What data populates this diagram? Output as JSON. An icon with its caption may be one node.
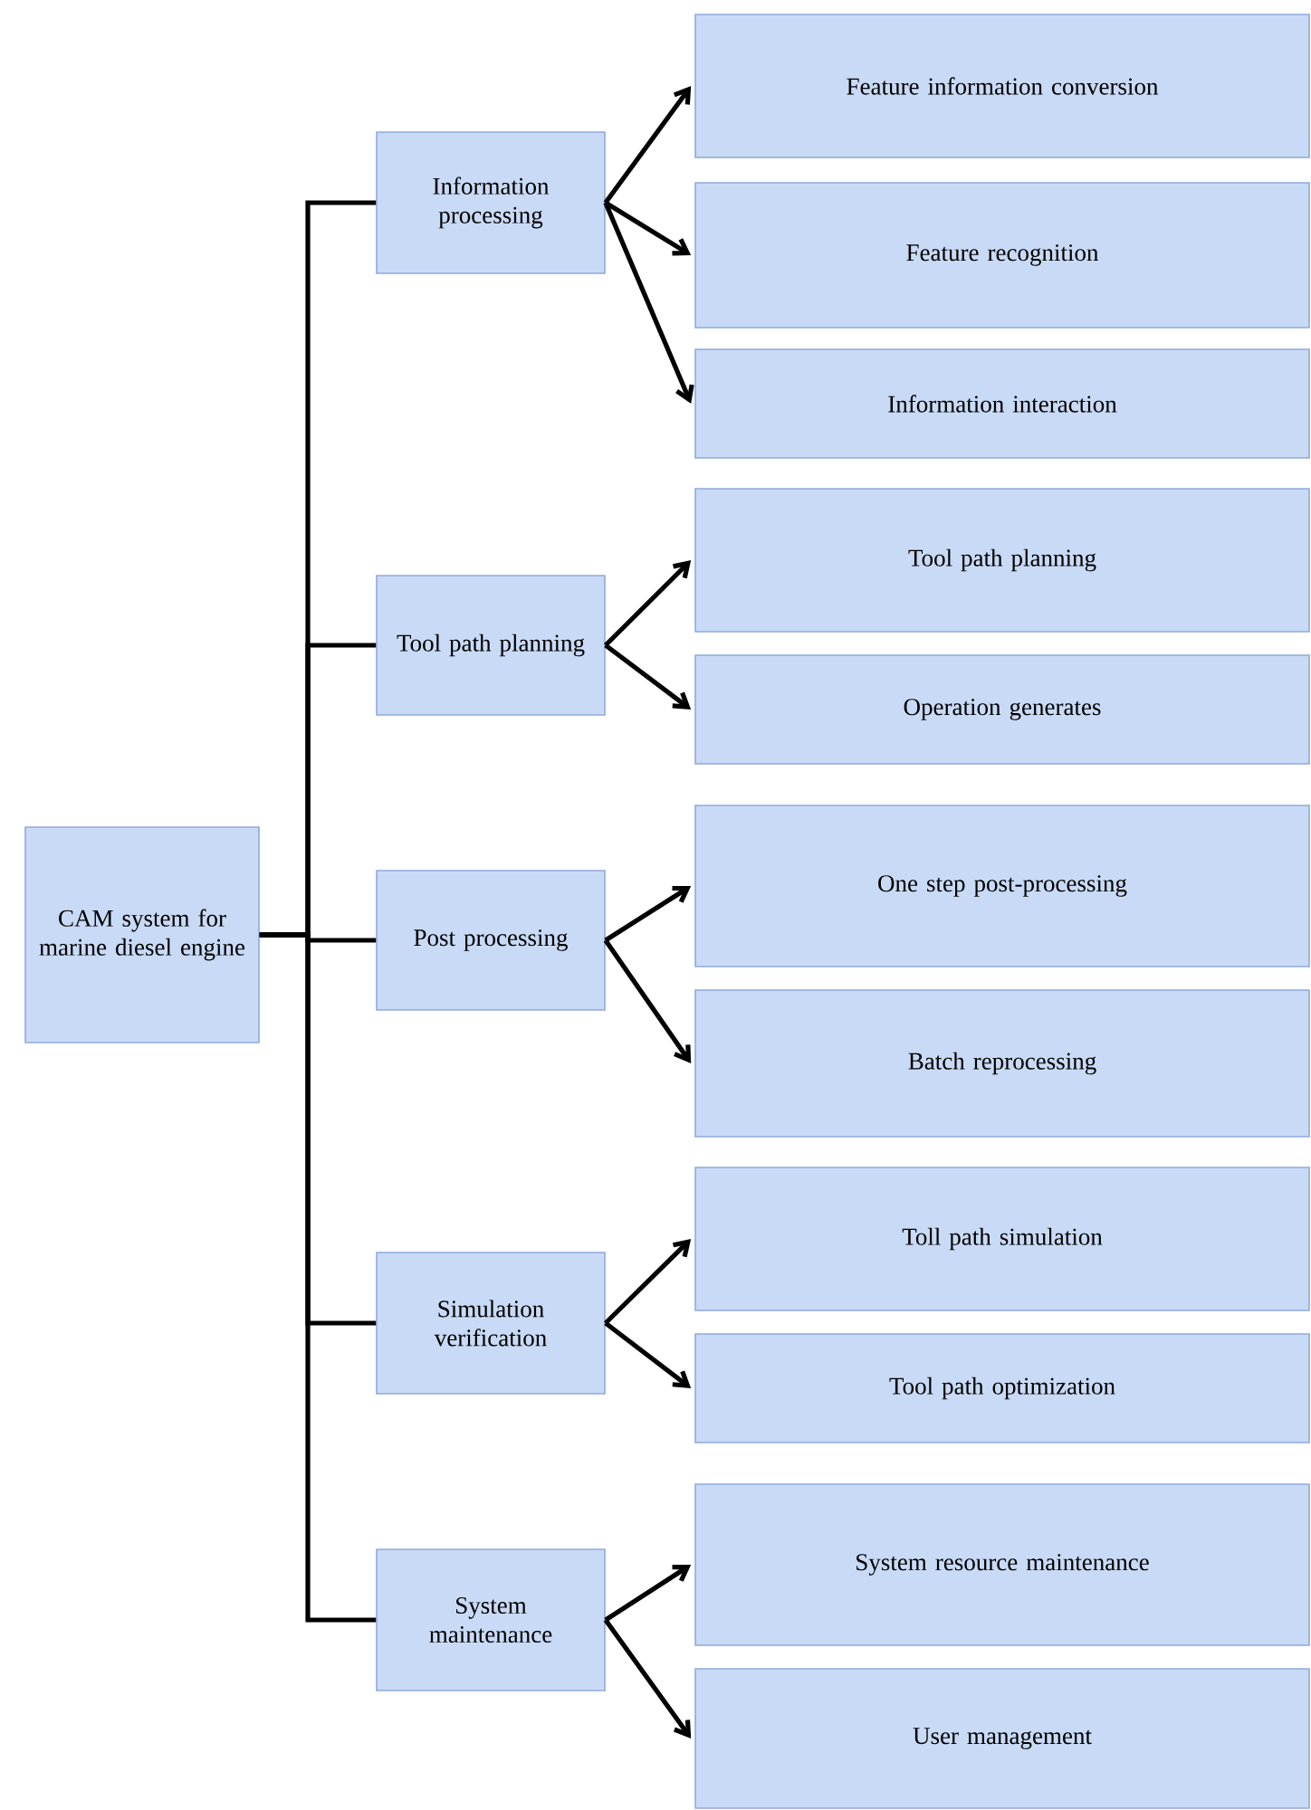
{
  "diagram": {
    "nodes": [
      {
        "text": [
          "CAM system for marine diesel engine"
        ]
      },
      {
        "text": [
          "Information processing"
        ]
      },
      {
        "text": [
          "Tool path planning"
        ]
      },
      {
        "text": [
          "Post processing"
        ]
      },
      {
        "text": [
          "Simulation verification"
        ]
      },
      {
        "text": [
          "System maintenance"
        ]
      },
      {
        "text": [
          "Feature information conversion"
        ]
      },
      {
        "text": [
          "Feature recognition"
        ]
      },
      {
        "text": [
          "Information interaction"
        ]
      },
      {
        "text": [
          "Tool path planning"
        ]
      },
      {
        "text": [
          "Operation generates"
        ]
      },
      {
        "text": [
          "One step post-processing"
        ]
      },
      {
        "text": [
          "Batch reprocessing"
        ]
      },
      {
        "text": [
          "Toll path simulation"
        ]
      },
      {
        "text": [
          "Tool path optimization"
        ]
      },
      {
        "text": [
          "System resource maintenance"
        ]
      },
      {
        "text": [
          "User management"
        ]
      }
    ],
    "edges": [
      {
        "from": 0,
        "to": 1,
        "arrow": "none"
      },
      {
        "from": 0,
        "to": 2,
        "arrow": "none"
      },
      {
        "from": 0,
        "to": 3,
        "arrow": "none"
      },
      {
        "from": 0,
        "to": 4,
        "arrow": "none"
      },
      {
        "from": 0,
        "to": 5,
        "arrow": "none"
      },
      {
        "from": 1,
        "to": 6,
        "arrow": "to"
      },
      {
        "from": 1,
        "to": 7,
        "arrow": "to"
      },
      {
        "from": 1,
        "to": 8,
        "arrow": "to"
      },
      {
        "from": 2,
        "to": 9,
        "arrow": "to"
      },
      {
        "from": 2,
        "to": 10,
        "arrow": "to"
      },
      {
        "from": 3,
        "to": 11,
        "arrow": "to"
      },
      {
        "from": 3,
        "to": 12,
        "arrow": "to"
      },
      {
        "from": 4,
        "to": 13,
        "arrow": "to"
      },
      {
        "from": 4,
        "to": 14,
        "arrow": "to"
      },
      {
        "from": 5,
        "to": 15,
        "arrow": "to"
      },
      {
        "from": 5,
        "to": 16,
        "arrow": "to"
      }
    ]
  }
}
